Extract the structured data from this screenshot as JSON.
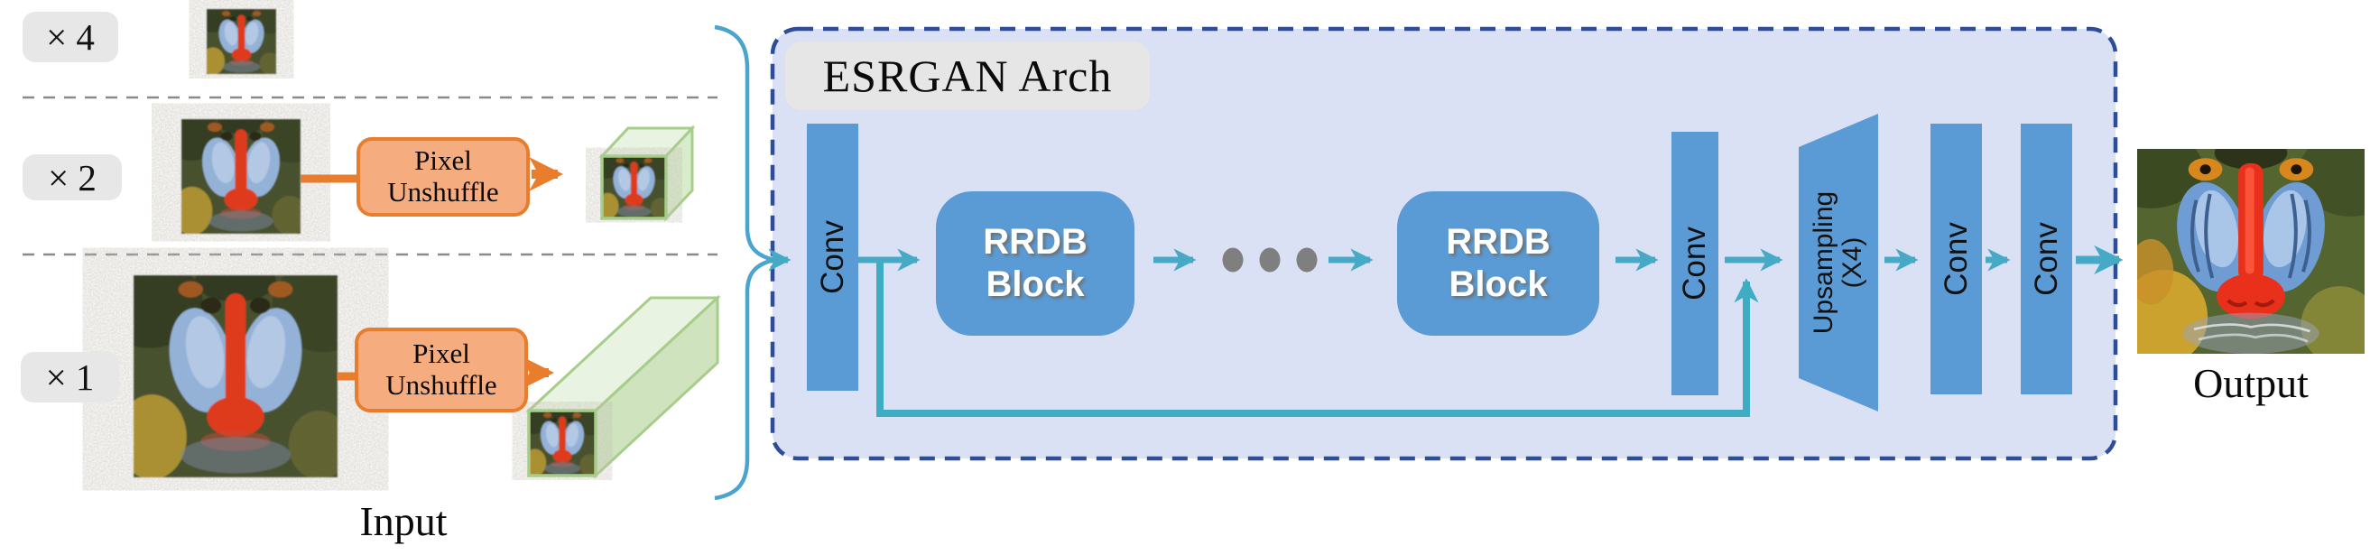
{
  "diagram": {
    "input_panel": {
      "caption": "Input",
      "rows": [
        {
          "scale": "× 4"
        },
        {
          "scale": "× 2",
          "op": {
            "line1": "Pixel",
            "line2": "Unshuffle"
          }
        },
        {
          "scale": "× 1",
          "op": {
            "line1": "Pixel",
            "line2": "Unshuffle"
          }
        }
      ]
    },
    "arch": {
      "title": "ESRGAN Arch",
      "conv_labels": [
        "Conv",
        "Conv",
        "Conv",
        "Conv"
      ],
      "rrdb_blocks": [
        {
          "line1": "RRDB",
          "line2": "Block"
        },
        {
          "line1": "RRDB",
          "line2": "Block"
        }
      ],
      "upsampling": {
        "line1": "Upsampling",
        "line2": "(X4)"
      },
      "ellipsis_dots": 3
    },
    "output_panel": {
      "caption": "Output"
    },
    "colors": {
      "block_blue": "#5b9bd5",
      "arrow_teal": "#46aac6",
      "skip_teal": "#3eadc4",
      "brace_blue": "#4ba4cd",
      "arch_fill": "#dbe1f5",
      "arch_border": "#2e4d99",
      "unshuffle_fill": "#f5ad80",
      "unshuffle_border": "#e87d2e",
      "label_gray_bg": "#e8e7e7",
      "dots_gray": "#7f7f7f",
      "cube_green_border": "#a6cd8a",
      "separator_gray": "#8a8a8a"
    }
  }
}
